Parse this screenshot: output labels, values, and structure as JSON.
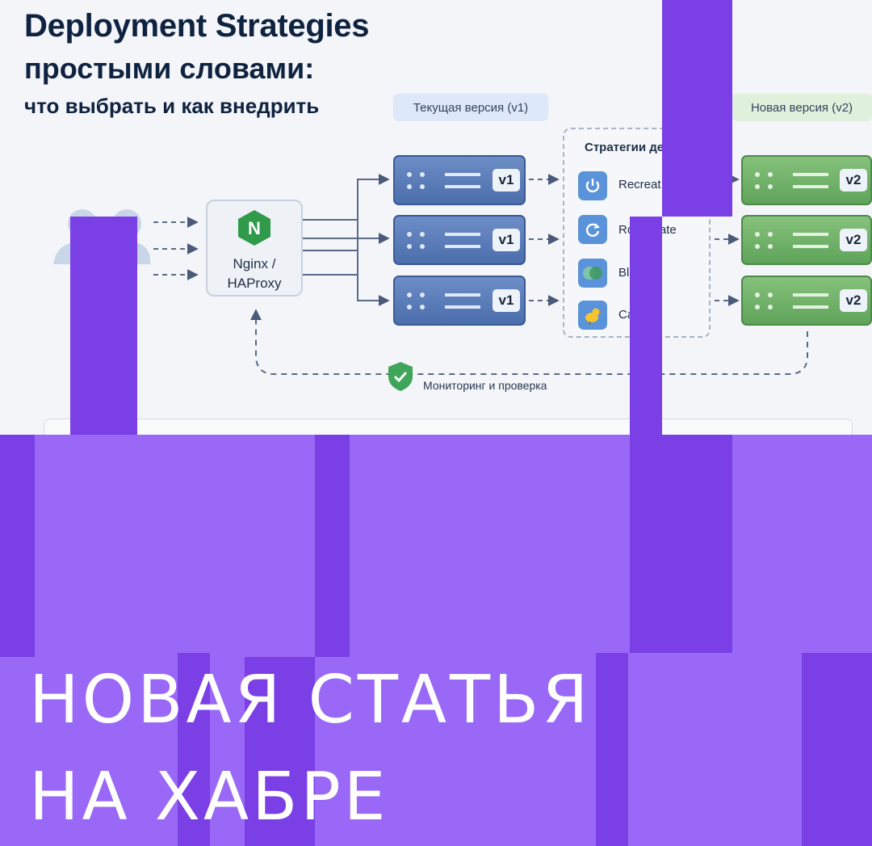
{
  "header": {
    "title_line1": "Deployment Strategies",
    "title_line2": "простыми словами:",
    "subtitle": "что выбрать и как внедрить"
  },
  "diagram": {
    "current_version_label": "Текущая версия (v1)",
    "new_version_label": "Новая версия (v2)",
    "load_balancer": {
      "icon_letter": "N",
      "label": "Nginx /\nHAProxy"
    },
    "v1_servers": [
      "v1",
      "v1",
      "v1"
    ],
    "v2_servers": [
      "v2",
      "v2",
      "v2"
    ],
    "strategies_title": "Стратегии де",
    "strategies": [
      {
        "label": "Recreat",
        "icon": "power-icon"
      },
      {
        "label": "Ro    Update",
        "icon": "refresh-icon"
      },
      {
        "label": "Bl     een",
        "icon": "blue-green-icon"
      },
      {
        "label": "Ca",
        "icon": "canary-icon"
      }
    ],
    "monitoring_label": "Мониторинг и проверка"
  },
  "banner": {
    "line1": "НОВАЯ СТАТЬЯ",
    "line2": "НА ХАБРЕ"
  },
  "colors": {
    "purple_dark": "#7b3fe6",
    "purple_light": "#9a68f6",
    "server_blue": "#4b6eac",
    "server_green": "#5fa35a"
  }
}
